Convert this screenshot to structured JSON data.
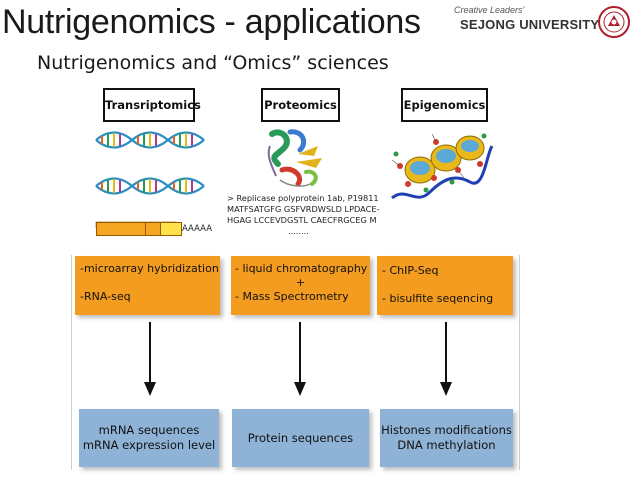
{
  "title": "Nutrigenomics - applications",
  "subtitle": "Nutrigenomics and “Omics” sciences",
  "logo": {
    "tagline": "Creative Leaders'",
    "university": "SEJONG UNIVERSITY"
  },
  "columns": [
    {
      "header": "Transriptomics",
      "figure_label": "AAAAA",
      "methods": [
        "-microarray hybridization",
        "-RNA-seq"
      ],
      "result": "mRNA sequences\nmRNA expression level"
    },
    {
      "header": "Proteomics",
      "sequence_lines": [
        "> Replicase polyprotein 1ab, P19811",
        "MATFSATGFG GSFVRDWSLD LPDACE-",
        "HGAG LCCEVDGSTL CAECFRGCEG M",
        "........"
      ],
      "methods": [
        "- liquid chromatography",
        "+",
        "- Mass Spectrometry"
      ],
      "result": "Protein sequences"
    },
    {
      "header": "Epigenomics",
      "methods": [
        "- ChIP-Seq",
        "- bisulfite seqencing"
      ],
      "result": "Histones modifications\nDNA methylation"
    }
  ],
  "colors": {
    "orange": "#f39c1f",
    "blue": "#8fb3d6",
    "seal": "#b0202c"
  }
}
